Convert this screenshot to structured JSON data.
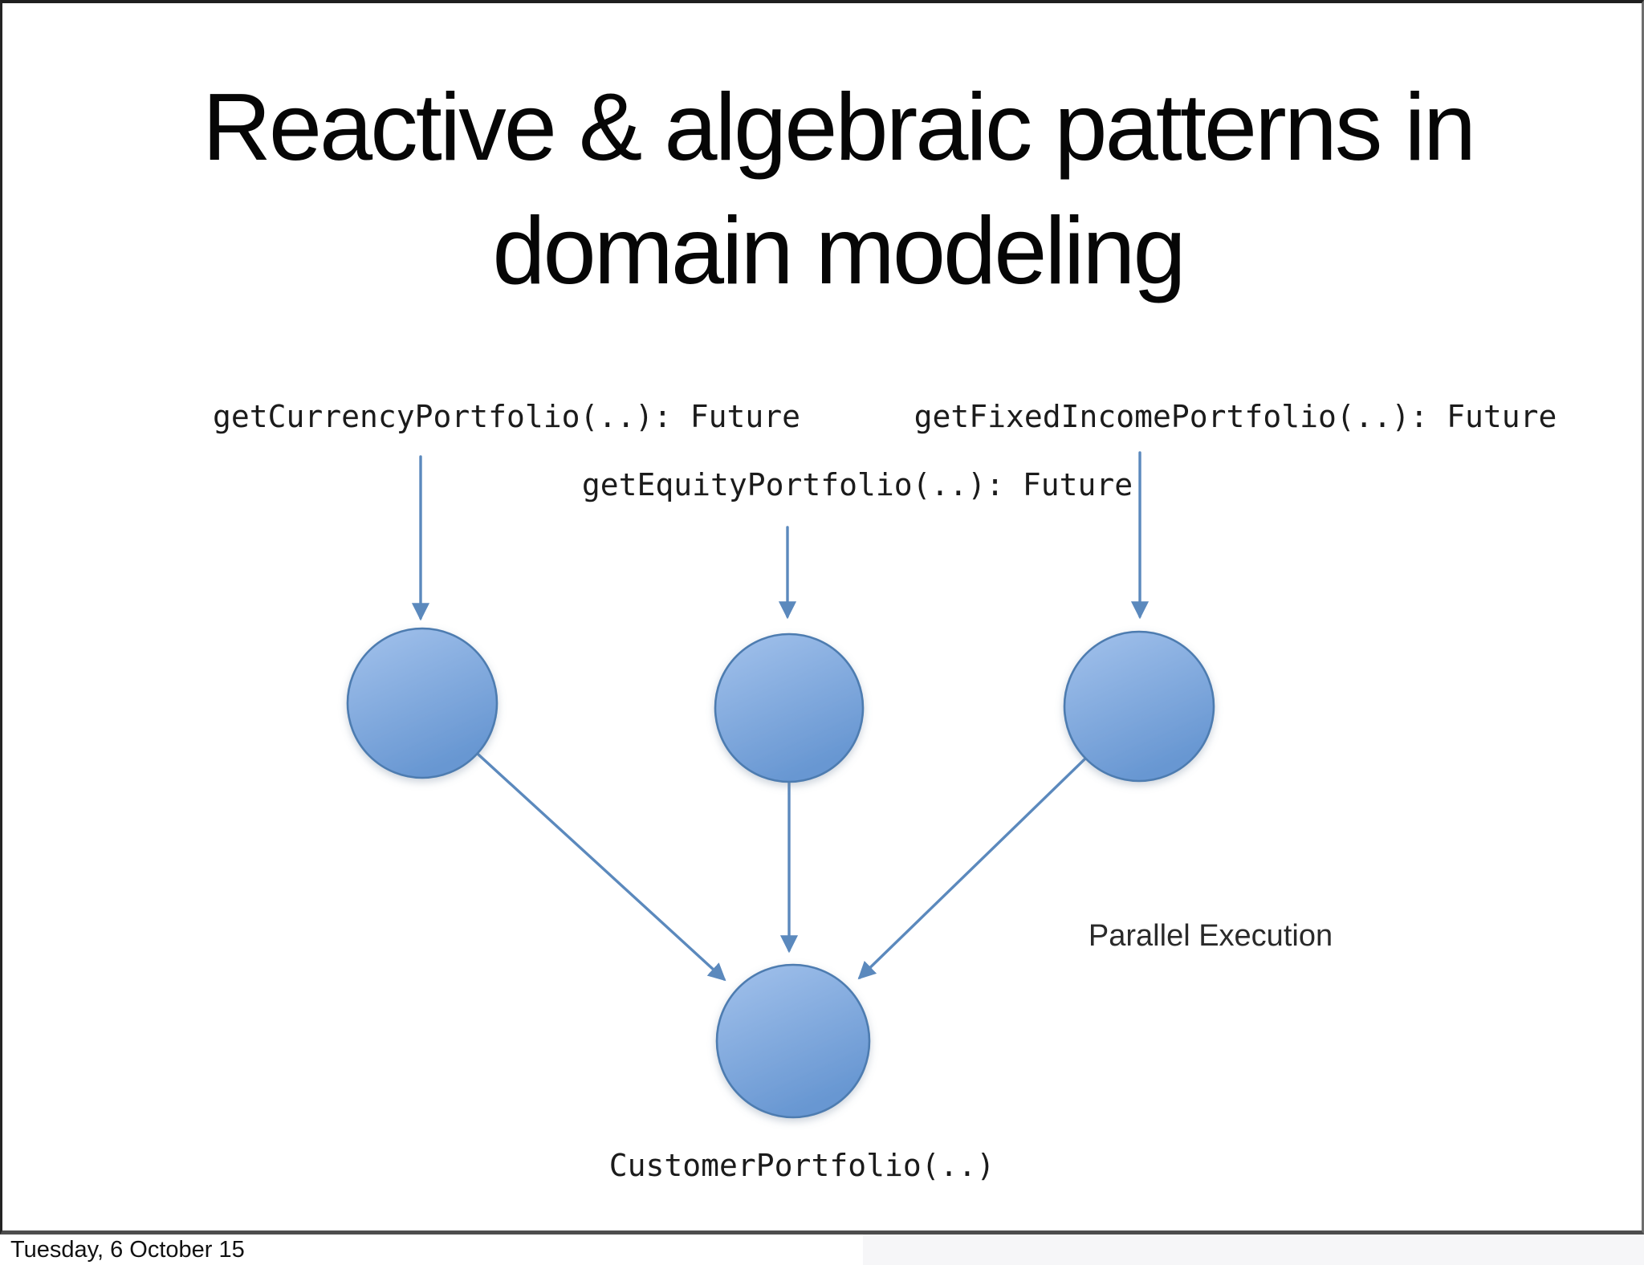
{
  "slide": {
    "title": {
      "line1": "Reactive & algebraic patterns in",
      "line2": "domain modeling"
    },
    "footer": {
      "date": "Tuesday, 6 October 15"
    }
  },
  "diagram": {
    "labels": {
      "currency": "getCurrencyPortfolio(..): Future",
      "equity": "getEquityPortfolio(..): Future",
      "fixed_income": "getFixedIncomePortfolio(..): Future",
      "customer": "CustomerPortfolio(..)",
      "parallel": "Parallel Execution"
    },
    "colors": {
      "arrow": "#5b89bd",
      "node_fill_light": "#a3c2ec",
      "node_fill_dark": "#6897d2",
      "node_stroke": "#4e7cb0"
    }
  }
}
